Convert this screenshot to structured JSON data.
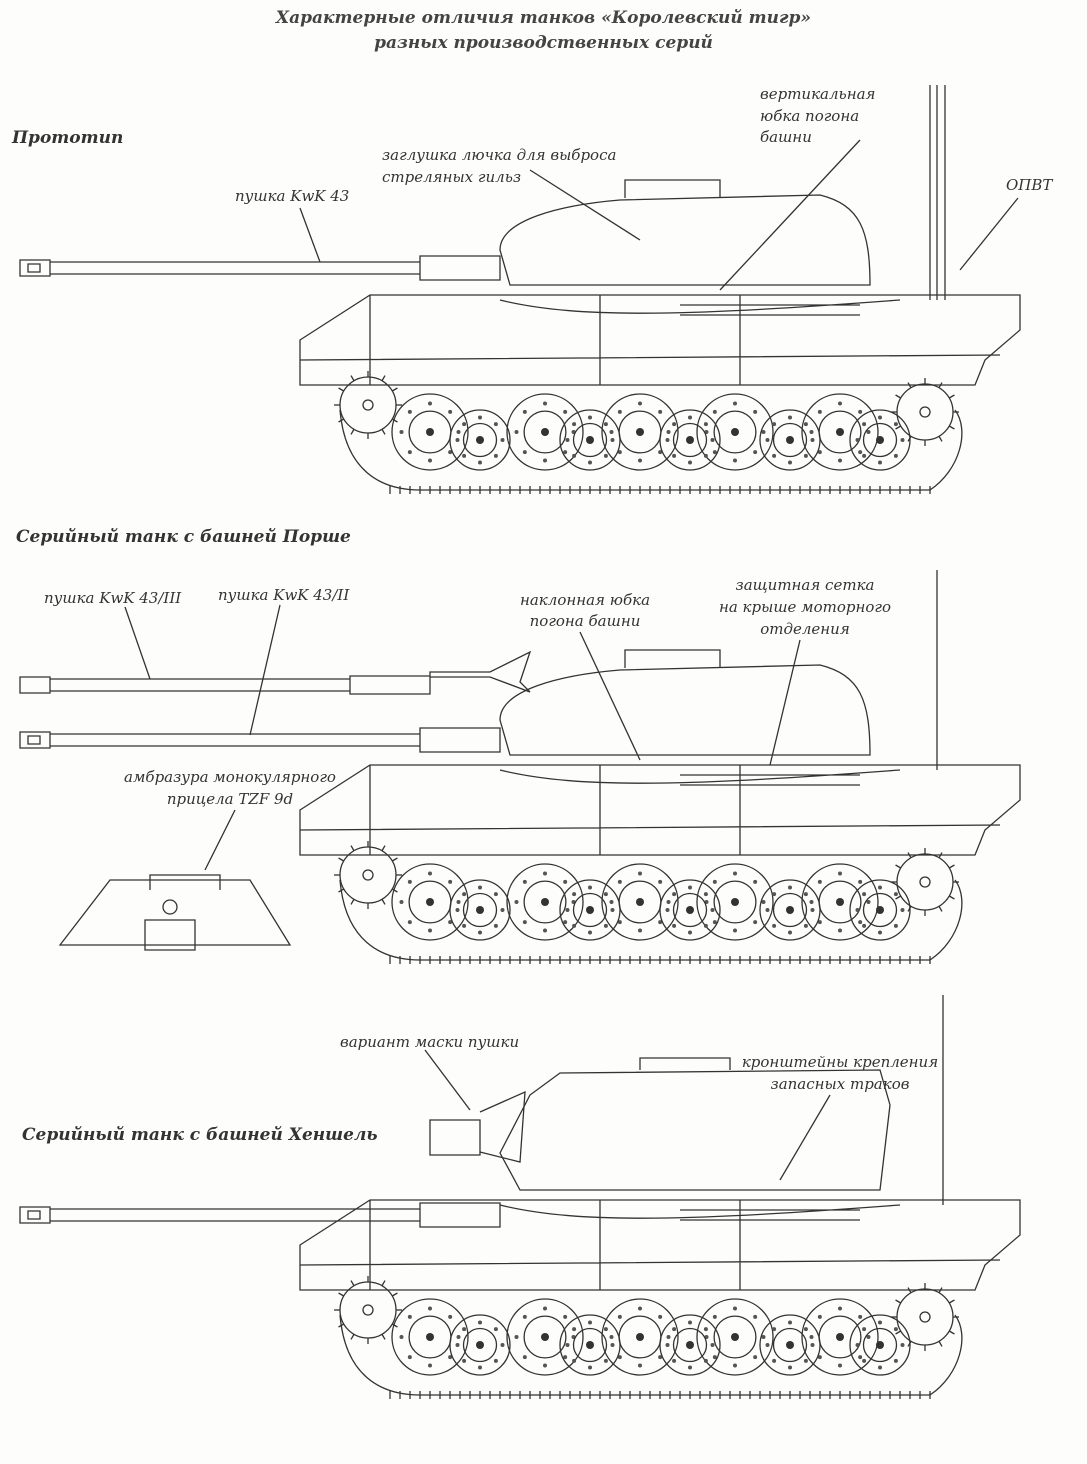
{
  "title": {
    "line1": "Характерные отличия танков «Королевский тигр»",
    "line2": "разных производственных серий"
  },
  "sections": [
    {
      "heading": "Прототип",
      "labels": {
        "gun": "пушка KwK 43",
        "plug_line1": "заглушка лючка для выброса",
        "plug_line2": "стреляных гильз",
        "skirt_line1": "вертикальная",
        "skirt_line2": "юбка погона",
        "skirt_line3": "башни",
        "snorkel": "ОПВТ"
      }
    },
    {
      "heading": "Серийный танк с башней Порше",
      "labels": {
        "gun3": "пушка KwK 43/III",
        "gun2": "пушка KwK 43/II",
        "skirt_line1": "наклонная юбка",
        "skirt_line2": "погона башни",
        "mesh_line1": "защитная сетка",
        "mesh_line2": "на крыше моторного",
        "mesh_line3": "отделения",
        "sight_line1": "амбразура монокулярного",
        "sight_line2": "прицела TZF 9d"
      }
    },
    {
      "heading": "Серийный танк с башней Хеншель",
      "labels": {
        "mantlet": "вариант маски пушки",
        "brackets_line1": "кронштейны крепления",
        "brackets_line2": "запасных траков"
      }
    }
  ]
}
